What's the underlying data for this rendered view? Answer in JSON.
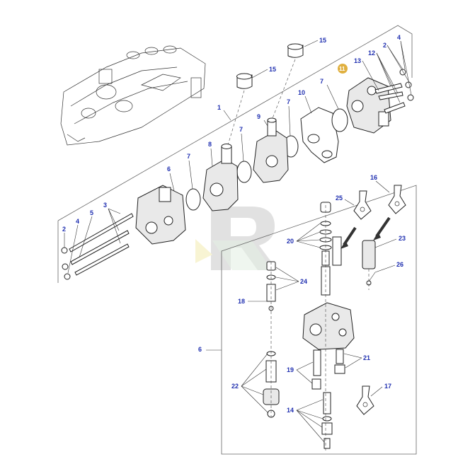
{
  "diagram": {
    "callouts": [
      {
        "id": "c15a",
        "text": "15"
      },
      {
        "id": "c15b",
        "text": "15"
      },
      {
        "id": "c4a",
        "text": "4"
      },
      {
        "id": "c2a",
        "text": "2"
      },
      {
        "id": "c12",
        "text": "12"
      },
      {
        "id": "c13",
        "text": "13"
      },
      {
        "id": "c11",
        "text": "11"
      },
      {
        "id": "c7a",
        "text": "7"
      },
      {
        "id": "c10",
        "text": "10"
      },
      {
        "id": "c1",
        "text": "1"
      },
      {
        "id": "c7b",
        "text": "7"
      },
      {
        "id": "c9",
        "text": "9"
      },
      {
        "id": "c7c",
        "text": "7"
      },
      {
        "id": "c8",
        "text": "8"
      },
      {
        "id": "c7d",
        "text": "7"
      },
      {
        "id": "c6a",
        "text": "6"
      },
      {
        "id": "c3",
        "text": "3"
      },
      {
        "id": "c5",
        "text": "5"
      },
      {
        "id": "c4b",
        "text": "4"
      },
      {
        "id": "c2b",
        "text": "2"
      },
      {
        "id": "c25",
        "text": "25"
      },
      {
        "id": "c16",
        "text": "16"
      },
      {
        "id": "c20",
        "text": "20"
      },
      {
        "id": "c23",
        "text": "23"
      },
      {
        "id": "c26",
        "text": "26"
      },
      {
        "id": "c24",
        "text": "24"
      },
      {
        "id": "c18",
        "text": "18"
      },
      {
        "id": "c6b",
        "text": "6"
      },
      {
        "id": "c21",
        "text": "21"
      },
      {
        "id": "c19",
        "text": "19"
      },
      {
        "id": "c22",
        "text": "22"
      },
      {
        "id": "c17",
        "text": "17"
      },
      {
        "id": "c14",
        "text": "14"
      }
    ],
    "colors": {
      "callout_text": "#1f2fb0",
      "highlight_badge": "#e0b040",
      "watermark_gray": "#c9c9c9",
      "watermark_green": "#cfe3cf"
    }
  }
}
